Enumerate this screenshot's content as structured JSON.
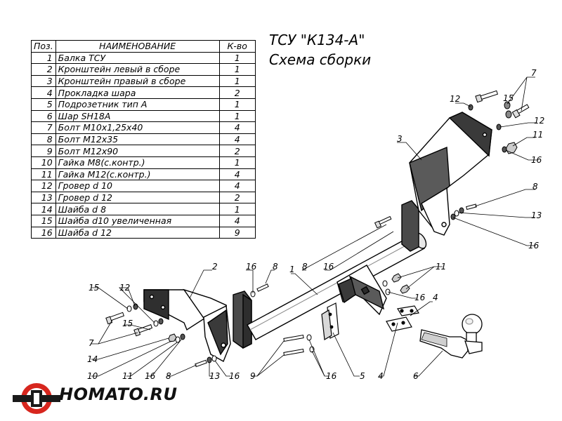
{
  "header": {
    "title": "ТСУ \"К134-А\"",
    "subtitle": "Схема сборки"
  },
  "table": {
    "headers": [
      "Поз.",
      "НАИМЕНОВАНИЕ",
      "К-во"
    ],
    "rows": [
      [
        "1",
        "Балка ТСУ",
        "1"
      ],
      [
        "2",
        "Кронштейн левый в сборе",
        "1"
      ],
      [
        "3",
        "Кронштейн правый в сборе",
        "1"
      ],
      [
        "4",
        "Прокладка шара",
        "2"
      ],
      [
        "5",
        "Подрозетник тип А",
        "1"
      ],
      [
        "6",
        "Шар SH18A",
        "1"
      ],
      [
        "7",
        "Болт М10х1,25х40",
        "4"
      ],
      [
        "8",
        "Болт М12х35",
        "4"
      ],
      [
        "9",
        "Болт М12х90",
        "2"
      ],
      [
        "10",
        "Гайка М8(с.контр.)",
        "1"
      ],
      [
        "11",
        "Гайка М12(с.контр.)",
        "4"
      ],
      [
        "12",
        "Гровер d 10",
        "4"
      ],
      [
        "13",
        "Гровер d 12",
        "2"
      ],
      [
        "14",
        "Шайба d 8",
        "1"
      ],
      [
        "15",
        "Шайба d10 увеличенная",
        "4"
      ],
      [
        "16",
        "Шайба d 12",
        "9"
      ]
    ]
  },
  "callouts": {
    "c2": "2",
    "c3": "3",
    "c7": "7",
    "c12a": "12",
    "c15a": "15",
    "c12b": "12",
    "c11a": "11",
    "c16a": "16",
    "c8a": "8",
    "c13a": "13",
    "c16b": "16",
    "c16c": "16",
    "c8b": "8",
    "c8c": "8",
    "c16d": "16",
    "c1": "1",
    "c11b": "11",
    "c16e": "16",
    "c4a": "4",
    "c15b": "15",
    "c12c": "12",
    "c15c": "15",
    "c7b": "7",
    "c14": "14",
    "c10": "10",
    "c11c": "11",
    "c16f": "16",
    "c8d": "8",
    "c13b": "13",
    "c16g": "16",
    "c9": "9",
    "c16h": "16",
    "c5": "5",
    "c4b": "4",
    "c6": "6"
  },
  "logo": {
    "text": "HOMATO.RU",
    "icon": "homato-logo-icon",
    "colors": {
      "red": "#d7261e",
      "dark": "#1a1a1a"
    }
  }
}
